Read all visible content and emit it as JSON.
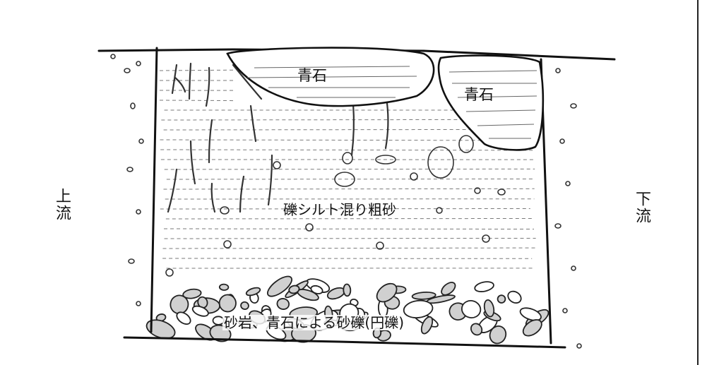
{
  "labels": {
    "upstream": "上流",
    "downstream": "下流",
    "bluestone_left": "青石",
    "bluestone_right": "青石",
    "sand_layer": "礫シルト混り粗砂",
    "gravel_layer": "砂岩、青石による砂礫(円礫)"
  }
}
